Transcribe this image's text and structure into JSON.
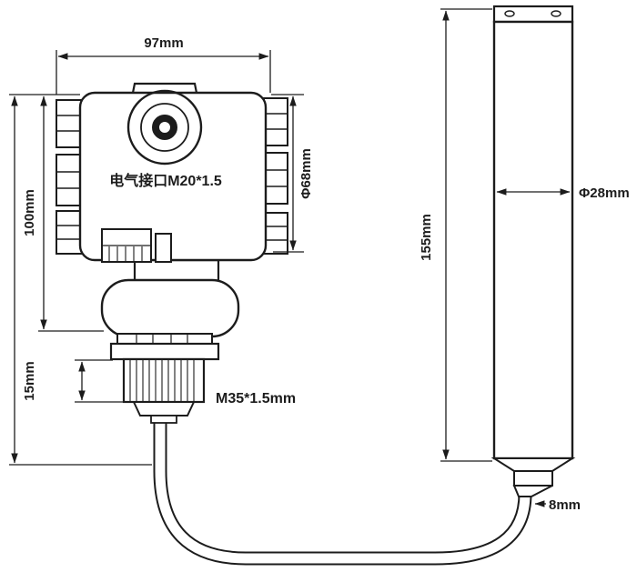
{
  "colors": {
    "line": "#1c1c1c",
    "background": "#ffffff",
    "text": "#1c1c1c"
  },
  "dimensions": {
    "housing_width": "97mm",
    "housing_height": "100mm",
    "housing_diameter": "Φ68mm",
    "thread_height": "15mm",
    "probe_length": "155mm",
    "probe_diameter": "Φ28mm",
    "cable_diameter": "8mm"
  },
  "annotations": {
    "electrical_interface": "电气接口M20*1.5",
    "thread_spec": "M35*1.5mm"
  }
}
